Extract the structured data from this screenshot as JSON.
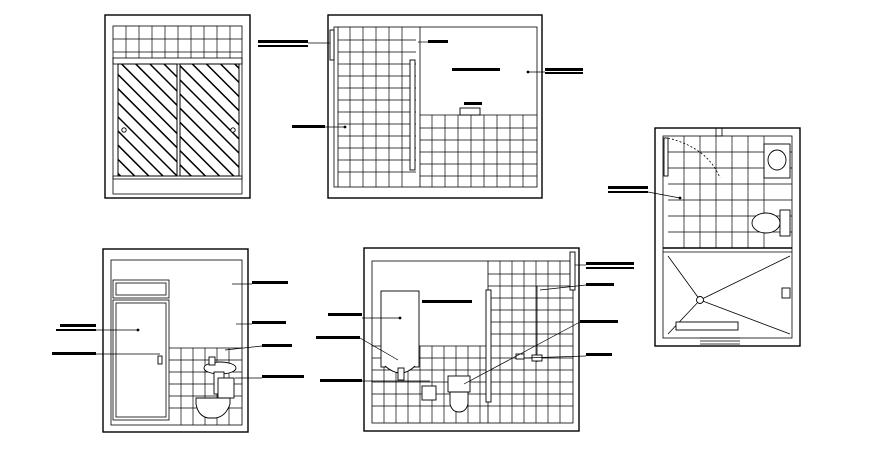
{
  "drawing": {
    "kind": "bathroom elevations and plan",
    "line_color": "#000000",
    "background": "#ffffff"
  },
  "views": [
    {
      "name": "elevation-sliding-door",
      "tile_rows": 2,
      "hatched_panels": 2
    },
    {
      "name": "elevation-shower-wall",
      "tile_rows": 14,
      "callouts": 6
    },
    {
      "name": "elevation-door-basin",
      "tile_rows": 7,
      "callouts": 6
    },
    {
      "name": "elevation-heater-wc",
      "tile_rows": 12,
      "callouts": 8
    },
    {
      "name": "plan-bathroom",
      "tile_rows": 9,
      "callouts": 1
    }
  ]
}
